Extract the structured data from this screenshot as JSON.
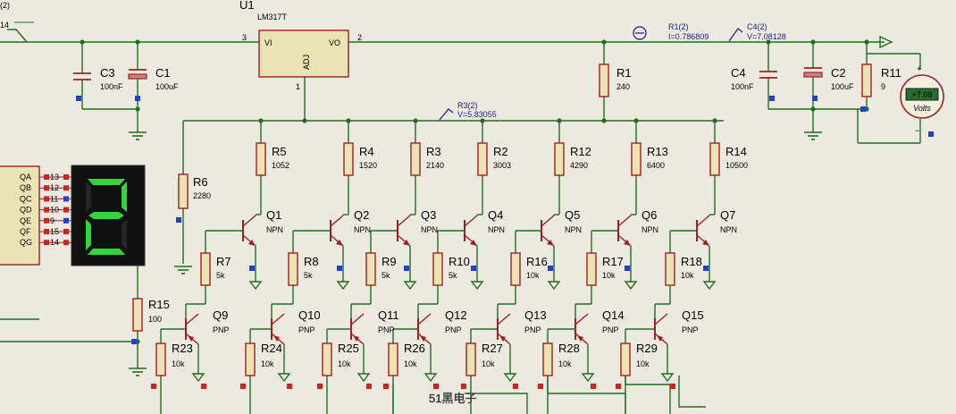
{
  "colors": {
    "wire": "#1e6e1e",
    "comp": "#a02020",
    "fill": "#ece3b4",
    "bg": "#ece9e1",
    "pin_blue": "#1f3fd8",
    "pin_red": "#d81f1f",
    "digit_on": "#33d63a",
    "digit_off": "#262626"
  },
  "regulator": {
    "ref": "U1",
    "part": "LM317T",
    "pin_in": "VI",
    "pin_out": "VO",
    "pin_adj": "ADJ",
    "pin_in_num": "3",
    "pin_out_num": "2",
    "pin_adj_num": "1"
  },
  "top_left": {
    "label1": "(2)",
    "label2": "14"
  },
  "probes": [
    {
      "name": "R1(2)",
      "value": "I=0.786809"
    },
    {
      "name": "C4(2)",
      "value": "V=7.08128"
    },
    {
      "name": "R3(2)",
      "value": "V=5.83055"
    }
  ],
  "caps": [
    {
      "ref": "C3",
      "value": "100nF"
    },
    {
      "ref": "C1",
      "value": "100uF"
    },
    {
      "ref": "C4",
      "value": "100nF"
    },
    {
      "ref": "C2",
      "value": "100uF"
    }
  ],
  "r1": {
    "ref": "R1",
    "value": "240"
  },
  "r11": {
    "ref": "R11",
    "value": "9"
  },
  "r6": {
    "ref": "R6",
    "value": "2280"
  },
  "r15": {
    "ref": "R15",
    "value": "100"
  },
  "voltmeter": {
    "reading": "+7.08",
    "units": "Volts",
    "plus": "+",
    "minus": "−"
  },
  "decoder": {
    "outputs": [
      "QA",
      "QB",
      "QC",
      "QD",
      "QE",
      "QF",
      "QG"
    ],
    "pins": [
      "13",
      "12",
      "11",
      "10",
      "9",
      "15",
      "14"
    ]
  },
  "display": {
    "digit": "2"
  },
  "ladder_resistors": [
    {
      "ref": "R5",
      "value": "1052"
    },
    {
      "ref": "R4",
      "value": "1520"
    },
    {
      "ref": "R3",
      "value": "2140"
    },
    {
      "ref": "R2",
      "value": "3003"
    },
    {
      "ref": "R12",
      "value": "4290"
    },
    {
      "ref": "R13",
      "value": "6400"
    },
    {
      "ref": "R14",
      "value": "10500"
    }
  ],
  "npn": [
    {
      "ref": "Q1",
      "type": "NPN"
    },
    {
      "ref": "Q2",
      "type": "NPN"
    },
    {
      "ref": "Q3",
      "type": "NPN"
    },
    {
      "ref": "Q4",
      "type": "NPN"
    },
    {
      "ref": "Q5",
      "type": "NPN"
    },
    {
      "ref": "Q6",
      "type": "NPN"
    },
    {
      "ref": "Q7",
      "type": "NPN"
    }
  ],
  "base_resistors": [
    {
      "ref": "R7",
      "value": "5k"
    },
    {
      "ref": "R8",
      "value": "5k"
    },
    {
      "ref": "R9",
      "value": "5k"
    },
    {
      "ref": "R10",
      "value": "5k"
    },
    {
      "ref": "R16",
      "value": "10k"
    },
    {
      "ref": "R17",
      "value": "10k"
    },
    {
      "ref": "R18",
      "value": "10k"
    }
  ],
  "pnp": [
    {
      "ref": "Q9",
      "type": "PNP"
    },
    {
      "ref": "Q10",
      "type": "PNP"
    },
    {
      "ref": "Q11",
      "type": "PNP"
    },
    {
      "ref": "Q12",
      "type": "PNP"
    },
    {
      "ref": "Q13",
      "type": "PNP"
    },
    {
      "ref": "Q14",
      "type": "PNP"
    },
    {
      "ref": "Q15",
      "type": "PNP"
    }
  ],
  "pnp_resistors": [
    {
      "ref": "R23",
      "value": "10k"
    },
    {
      "ref": "R24",
      "value": "10k"
    },
    {
      "ref": "R25",
      "value": "10k"
    },
    {
      "ref": "R26",
      "value": "10k"
    },
    {
      "ref": "R27",
      "value": "10k"
    },
    {
      "ref": "R28",
      "value": "10k"
    },
    {
      "ref": "R29",
      "value": "10k"
    }
  ],
  "watermark": "51黑电子"
}
